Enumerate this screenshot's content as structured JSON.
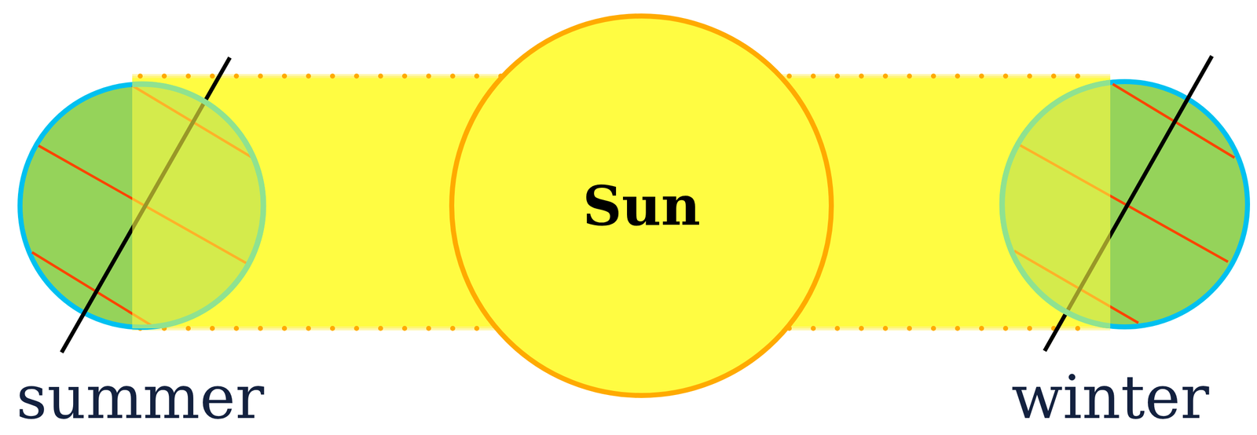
{
  "diagram": {
    "nodes": [
      {
        "text": [
          "summer"
        ]
      },
      {
        "text": [
          "Sun"
        ]
      },
      {
        "text": [
          "winter"
        ]
      }
    ]
  }
}
